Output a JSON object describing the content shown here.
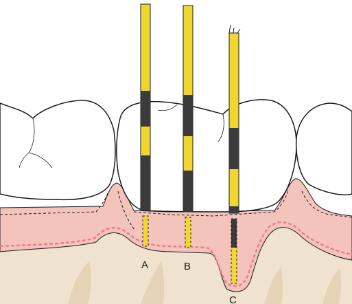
{
  "figure": {
    "probes": [
      {
        "label": "A"
      },
      {
        "label": "B"
      },
      {
        "label": "C"
      }
    ]
  },
  "colors": {
    "outline": "#1a1a1a",
    "tooth_fill": "#ffffff",
    "gum_fill": "#f4c3bb",
    "gum_light": "#f7d8d1",
    "attachment_line": "#e8808a",
    "bone_fill": "#efe3cf",
    "bone_dark": "#e5d3b8",
    "background_shade": "#dcd6cd",
    "probe_yellow": "#f2d630",
    "probe_black": "#3b3b3b"
  }
}
